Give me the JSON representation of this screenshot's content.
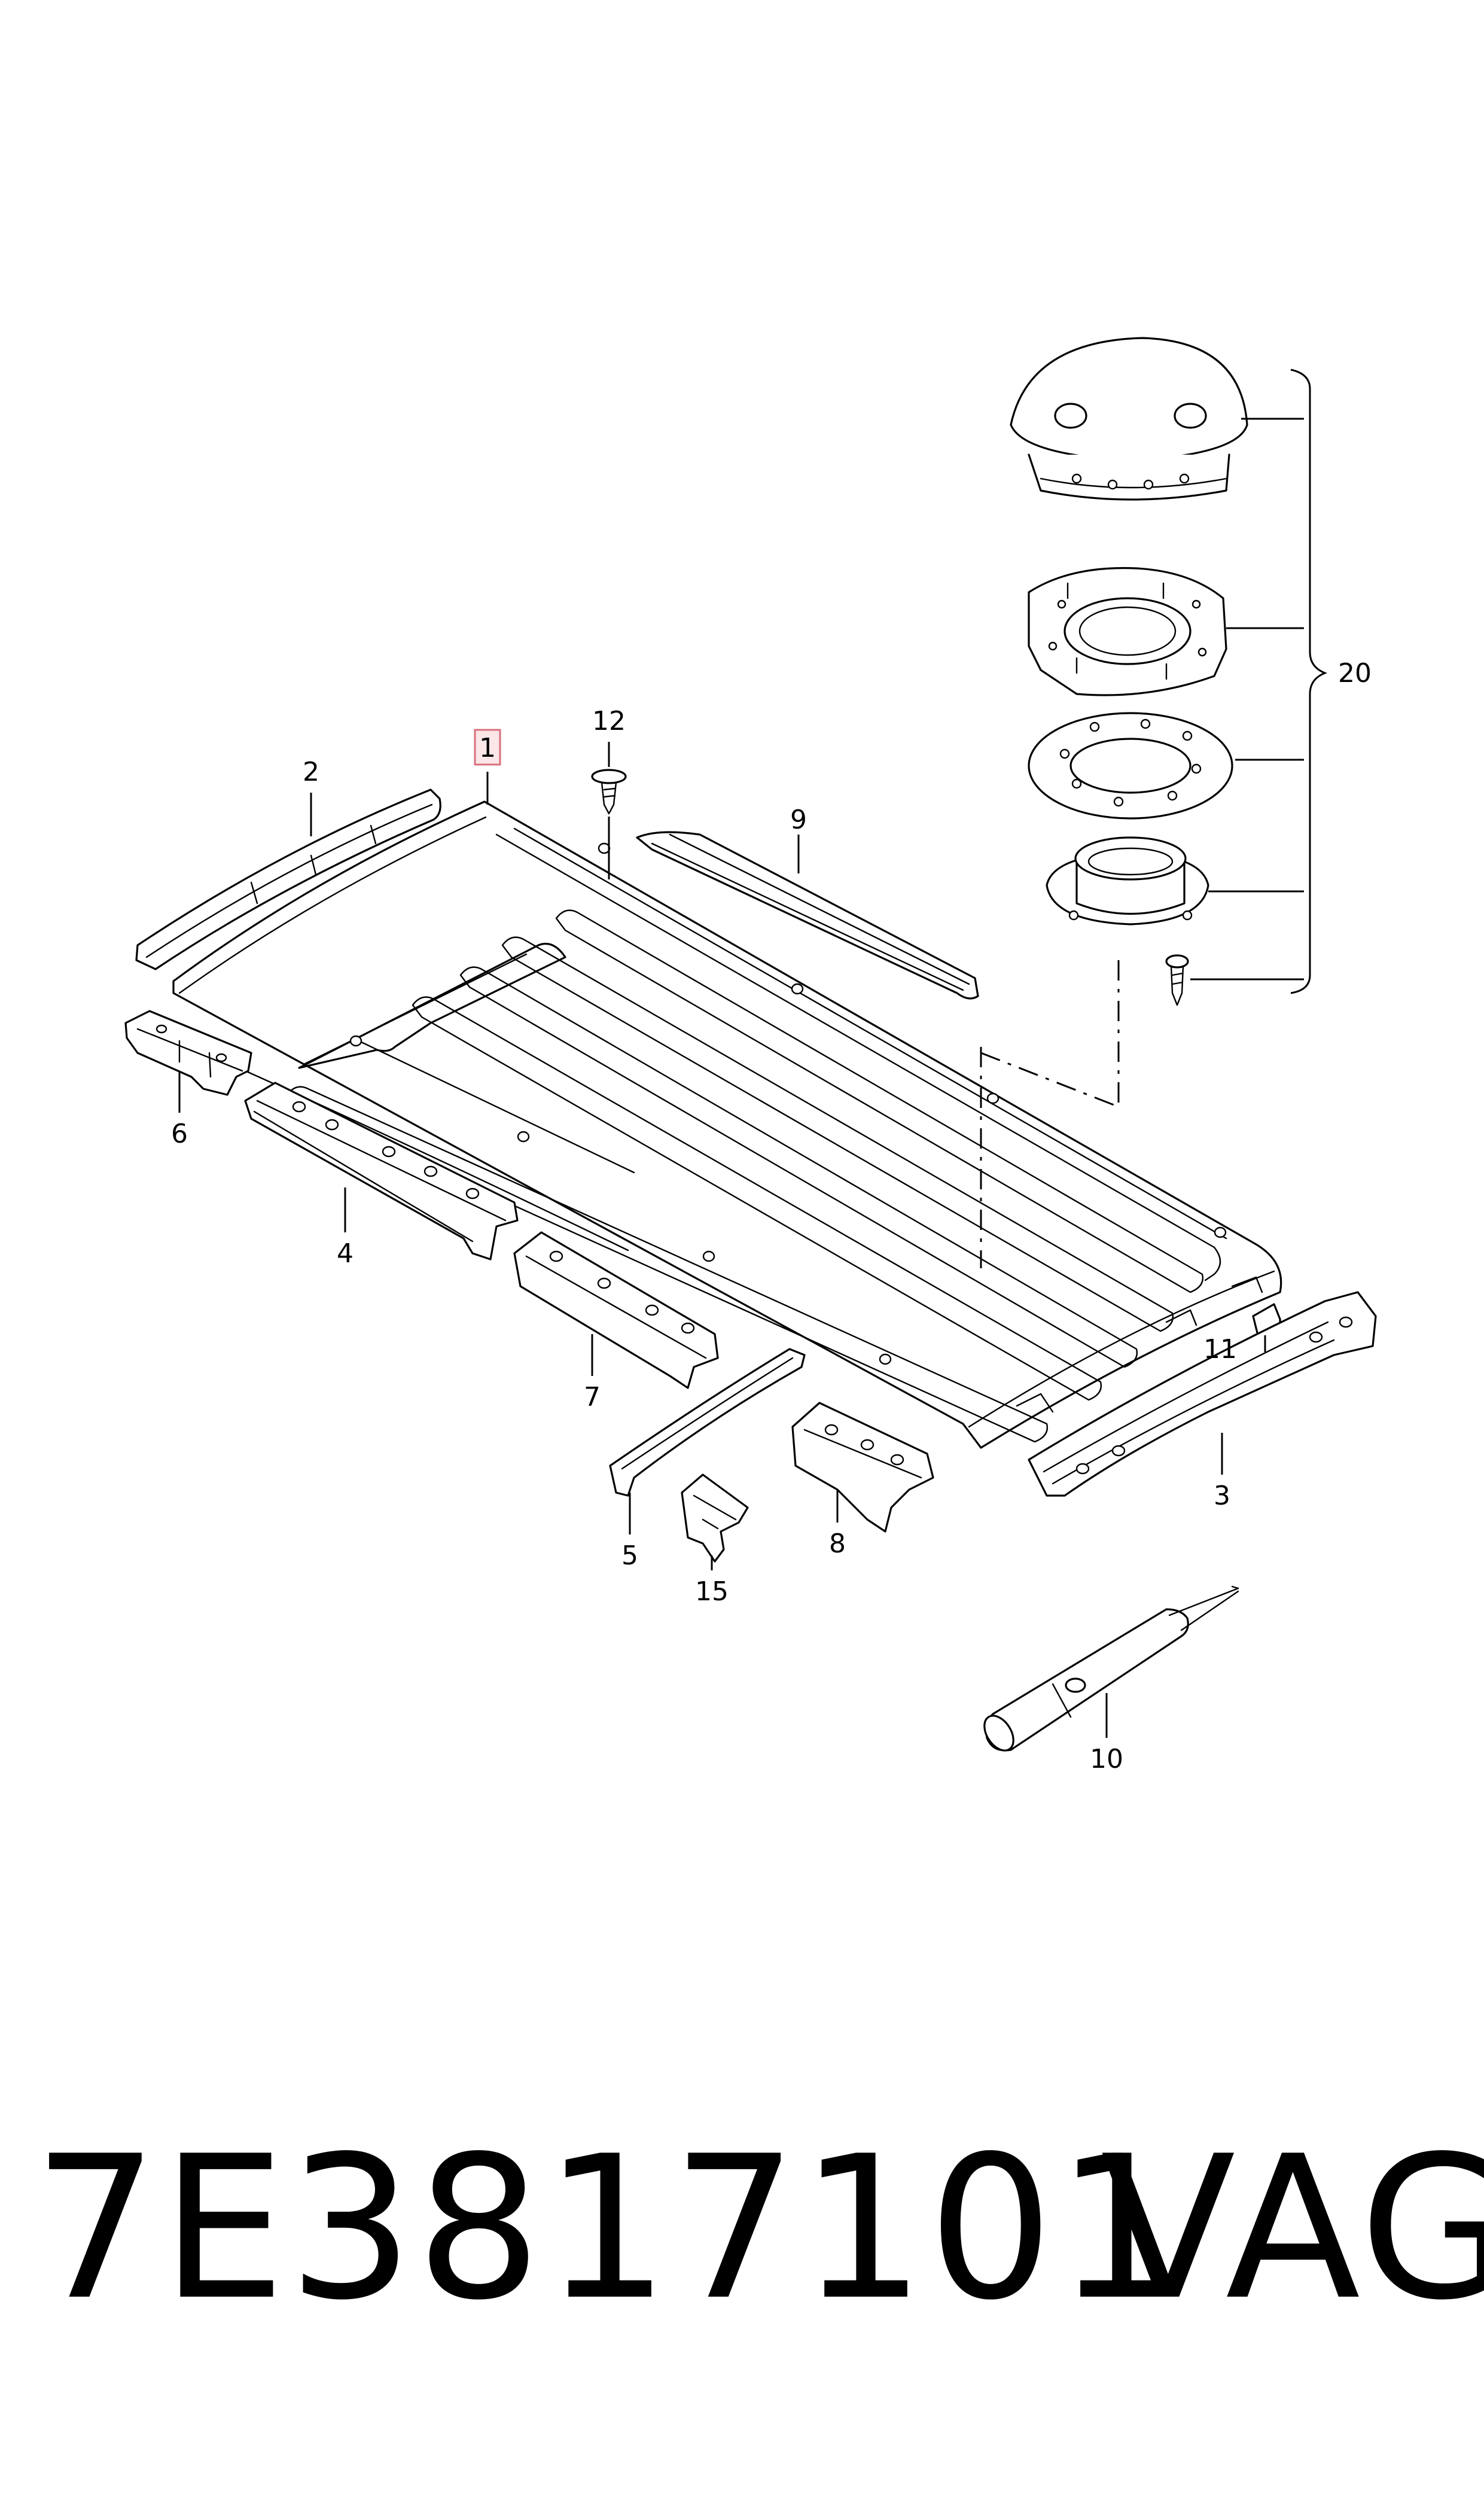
{
  "diagram": {
    "highlighted_callout": "1",
    "callouts": [
      "1",
      "2",
      "3",
      "4",
      "5",
      "6",
      "7",
      "8",
      "9",
      "10",
      "11",
      "12",
      "15",
      "20"
    ],
    "highlight_color": "#d9707c"
  },
  "footer": {
    "part_number": "7E3817101",
    "brand": "VAG"
  }
}
